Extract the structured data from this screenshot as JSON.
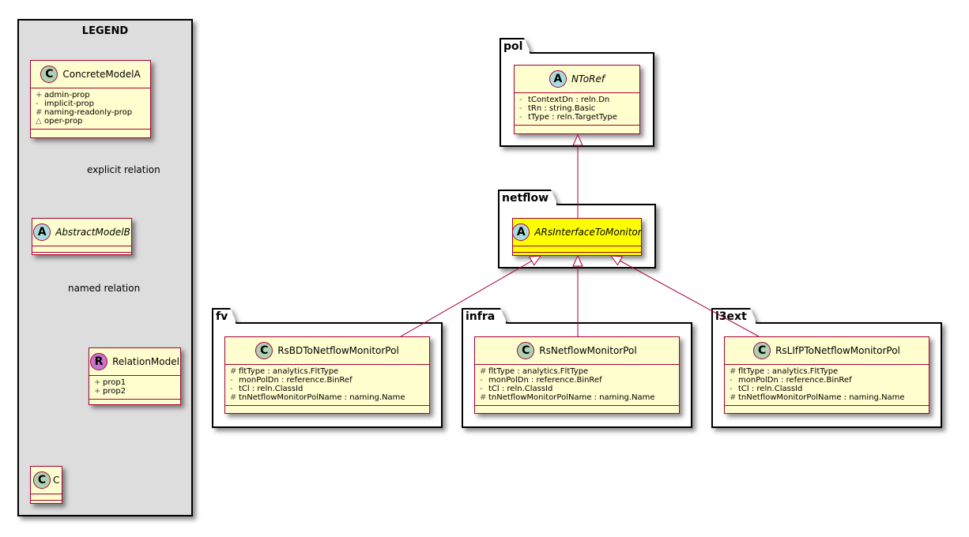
{
  "legend": {
    "title": "LEGEND",
    "concrete": {
      "name": "ConcreteModelA",
      "stereotype": "C",
      "attributes": [
        {
          "vis": "+",
          "text": "admin-prop"
        },
        {
          "vis": "-",
          "text": "implicit-prop"
        },
        {
          "vis": "#",
          "text": "naming-readonly-prop"
        },
        {
          "vis": "△",
          "text": "oper-prop"
        }
      ]
    },
    "explicit_relation": "explicit relation",
    "abstract": {
      "name": "AbstractModelB",
      "stereotype": "A"
    },
    "named_relation": "named relation",
    "relation_model": {
      "name": "RelationModel",
      "stereotype": "R",
      "attributes": [
        {
          "vis": "+",
          "text": "prop1"
        },
        {
          "vis": "+",
          "text": "prop2"
        }
      ]
    },
    "c_class": {
      "name": "C",
      "stereotype": "C"
    }
  },
  "packages": {
    "pol": {
      "name": "pol",
      "class": {
        "name": "NToRef",
        "stereotype": "A",
        "attributes": [
          {
            "vis": "-",
            "text": "tContextDn : reln.Dn"
          },
          {
            "vis": "-",
            "text": "tRn : string.Basic"
          },
          {
            "vis": "-",
            "text": "tType : reln.TargetType"
          }
        ]
      }
    },
    "netflow": {
      "name": "netflow",
      "class": {
        "name": "ARsInterfaceToMonitor",
        "stereotype": "A",
        "highlight_color": "#ffff00"
      }
    },
    "fv": {
      "name": "fv",
      "class": {
        "name": "RsBDToNetflowMonitorPol",
        "stereotype": "C",
        "attributes": [
          {
            "vis": "#",
            "text": "fltType : analytics.FltType"
          },
          {
            "vis": "-",
            "text": "monPolDn : reference.BinRef"
          },
          {
            "vis": "-",
            "text": "tCl : reln.ClassId"
          },
          {
            "vis": "#",
            "text": "tnNetflowMonitorPolName : naming.Name"
          }
        ]
      }
    },
    "infra": {
      "name": "infra",
      "class": {
        "name": "RsNetflowMonitorPol",
        "stereotype": "C",
        "attributes": [
          {
            "vis": "#",
            "text": "fltType : analytics.FltType"
          },
          {
            "vis": "-",
            "text": "monPolDn : reference.BinRef"
          },
          {
            "vis": "-",
            "text": "tCl : reln.ClassId"
          },
          {
            "vis": "#",
            "text": "tnNetflowMonitorPolName : naming.Name"
          }
        ]
      }
    },
    "l3ext": {
      "name": "l3ext",
      "class": {
        "name": "RsLIfPToNetflowMonitorPol",
        "stereotype": "C",
        "attributes": [
          {
            "vis": "#",
            "text": "fltType : analytics.FltType"
          },
          {
            "vis": "-",
            "text": "monPolDn : reference.BinRef"
          },
          {
            "vis": "-",
            "text": "tCl : reln.ClassId"
          },
          {
            "vis": "#",
            "text": "tnNetflowMonitorPolName : naming.Name"
          }
        ]
      }
    }
  },
  "colors": {
    "class_fill": "#fefece",
    "class_border": "#a80036",
    "highlight_fill": "#ffff00",
    "legend_fill": "#dddddd",
    "spot_class": "#add1b2",
    "spot_abstract": "#a9dcdf",
    "spot_relation": "#c774ce"
  }
}
